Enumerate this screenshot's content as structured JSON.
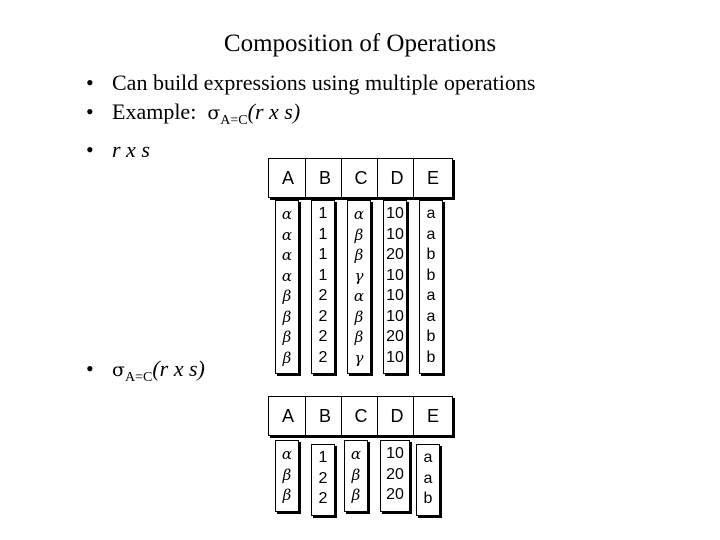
{
  "title": "Composition of Operations",
  "bullets": [
    {
      "text": "Can build expressions using multiple operations"
    },
    {
      "prefix": "Example:  ",
      "sigma": "σ",
      "sub": "A=C",
      "expr": "(r x s)"
    },
    {
      "expr": "r x s"
    }
  ],
  "bullet_select": {
    "sigma": "σ",
    "sub": "A=C",
    "expr": "(r x s)"
  },
  "table1": {
    "headers": [
      "A",
      "B",
      "C",
      "D",
      "E"
    ],
    "columns": [
      [
        "α",
        "α",
        "α",
        "α",
        "β",
        "β",
        "β",
        "β"
      ],
      [
        "1",
        "1",
        "1",
        "1",
        "2",
        "2",
        "2",
        "2"
      ],
      [
        "α",
        "β",
        "β",
        "γ",
        "α",
        "β",
        "β",
        "γ"
      ],
      [
        "10",
        "10",
        "20",
        "10",
        "10",
        "10",
        "20",
        "10"
      ],
      [
        "a",
        "a",
        "b",
        "b",
        "a",
        "a",
        "b",
        "b"
      ]
    ]
  },
  "table2": {
    "headers": [
      "A",
      "B",
      "C",
      "D",
      "E"
    ],
    "columns": [
      [
        "α",
        "β",
        "β"
      ],
      [
        "1",
        "2",
        "2"
      ],
      [
        "α",
        "β",
        "β"
      ],
      [
        "10",
        "20",
        "20"
      ],
      [
        "a",
        "a",
        "b"
      ]
    ]
  }
}
